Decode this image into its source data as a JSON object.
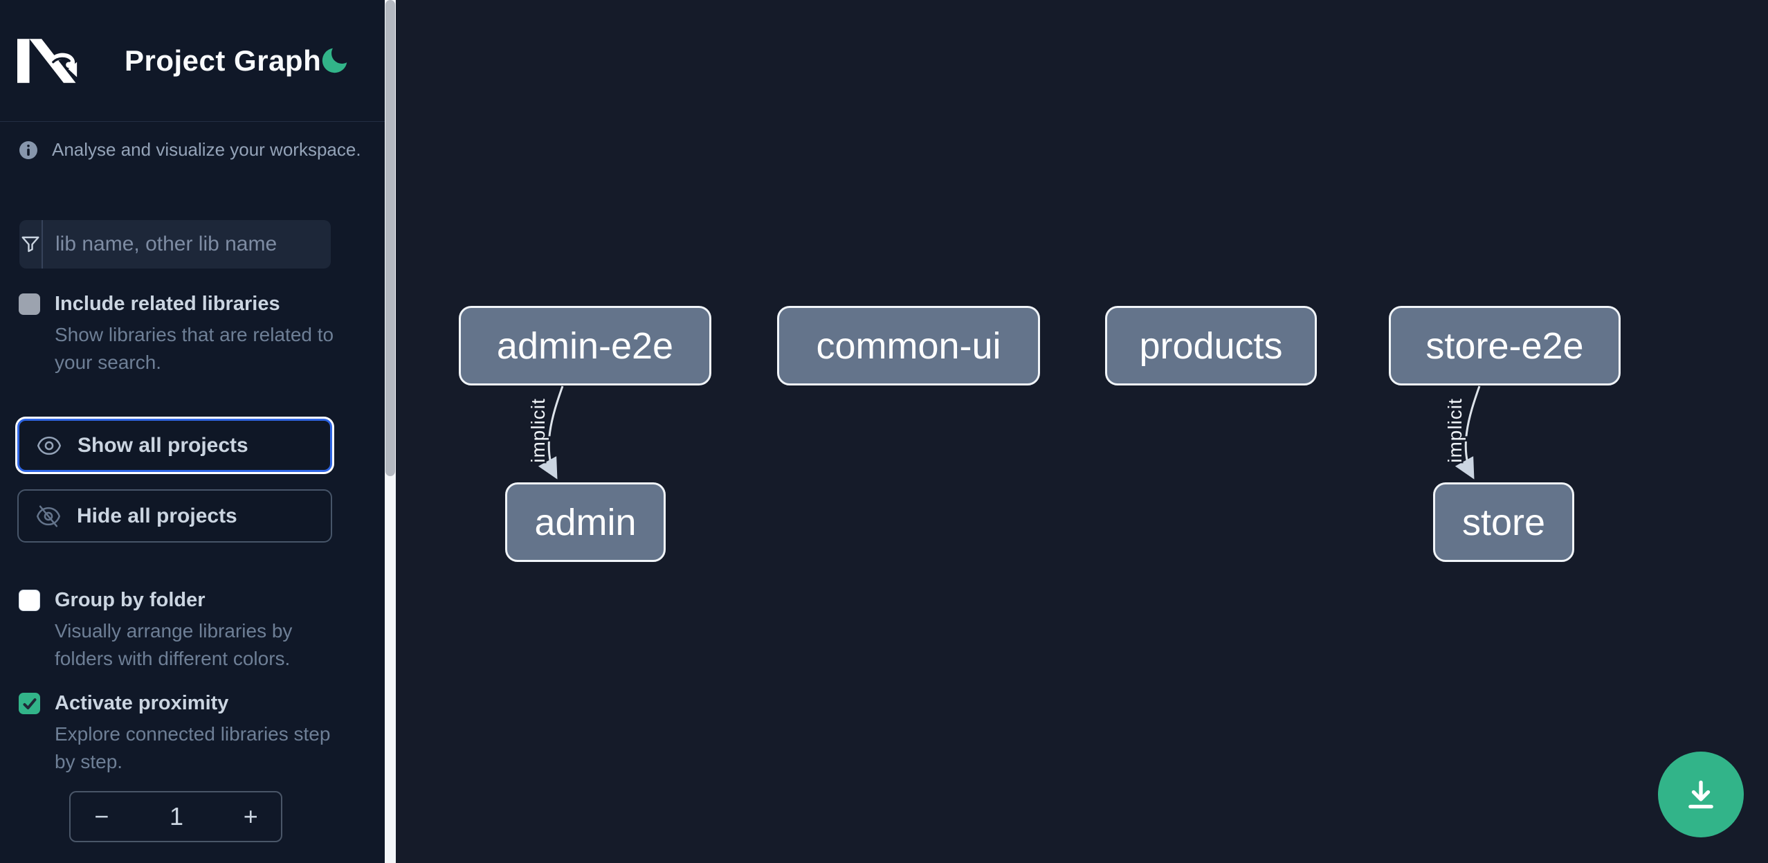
{
  "header": {
    "title": "Project Graph"
  },
  "sidebar": {
    "tagline": "Analyse and visualize your workspace.",
    "search": {
      "placeholder": "lib name, other lib name"
    },
    "options": [
      {
        "label": "Include related libraries",
        "description": "Show libraries that are related to your search.",
        "checked": false
      },
      {
        "label": "Group by folder",
        "description": "Visually arrange libraries by folders with different colors.",
        "checked": false
      },
      {
        "label": "Activate proximity",
        "description": "Explore connected libraries step by step.",
        "checked": true
      }
    ],
    "actions": [
      {
        "label": "Show all projects",
        "focused": true
      },
      {
        "label": "Hide all projects",
        "focused": false
      }
    ],
    "proximity_stepper": {
      "decrease": "−",
      "value": "1",
      "increase": "+"
    }
  },
  "graph": {
    "nodes": [
      "admin-e2e",
      "common-ui",
      "products",
      "store-e2e",
      "admin",
      "store"
    ],
    "edges": [
      {
        "source": "admin-e2e",
        "target": "admin",
        "label": "implicit"
      },
      {
        "source": "store-e2e",
        "target": "store",
        "label": "implicit"
      }
    ]
  },
  "colors": {
    "accent_green": "#32b489",
    "focus_blue": "#2f66e5",
    "node_fill": "#64748b",
    "sidebar_bg": "#101828",
    "canvas_bg": "#151b29"
  }
}
